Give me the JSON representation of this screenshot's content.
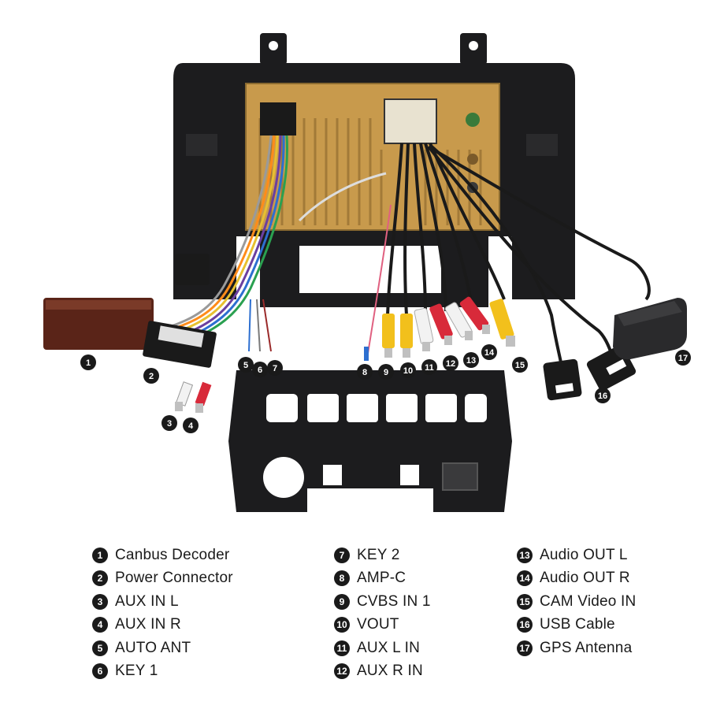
{
  "legend": {
    "columns": [
      [
        {
          "num": "1",
          "label": "Canbus Decoder"
        },
        {
          "num": "2",
          "label": "Power Connector"
        },
        {
          "num": "3",
          "label": "AUX IN L"
        },
        {
          "num": "4",
          "label": "AUX IN R"
        },
        {
          "num": "5",
          "label": "AUTO ANT"
        },
        {
          "num": "6",
          "label": "KEY 1"
        }
      ],
      [
        {
          "num": "7",
          "label": "KEY 2"
        },
        {
          "num": "8",
          "label": "AMP-C"
        },
        {
          "num": "9",
          "label": "CVBS IN 1"
        },
        {
          "num": "10",
          "label": "VOUT"
        },
        {
          "num": "11",
          "label": "AUX L IN"
        },
        {
          "num": "12",
          "label": "AUX R IN"
        }
      ],
      [
        {
          "num": "13",
          "label": "Audio OUT L"
        },
        {
          "num": "14",
          "label": "Audio OUT R"
        },
        {
          "num": "15",
          "label": "CAM Video IN"
        },
        {
          "num": "16",
          "label": "USB Cable"
        },
        {
          "num": "17",
          "label": "GPS Antenna"
        }
      ]
    ]
  },
  "callouts": [
    "1",
    "2",
    "3",
    "4",
    "5",
    "6",
    "7",
    "8",
    "9",
    "10",
    "11",
    "12",
    "13",
    "14",
    "15",
    "16",
    "17"
  ],
  "colors": {
    "frame": "#1c1c1e",
    "unit_body": "#d9a95a",
    "rca_yellow": "#f2c01c",
    "rca_red": "#d82a3a",
    "rca_white": "#f2f2f2",
    "decoder": "#5a2418"
  }
}
